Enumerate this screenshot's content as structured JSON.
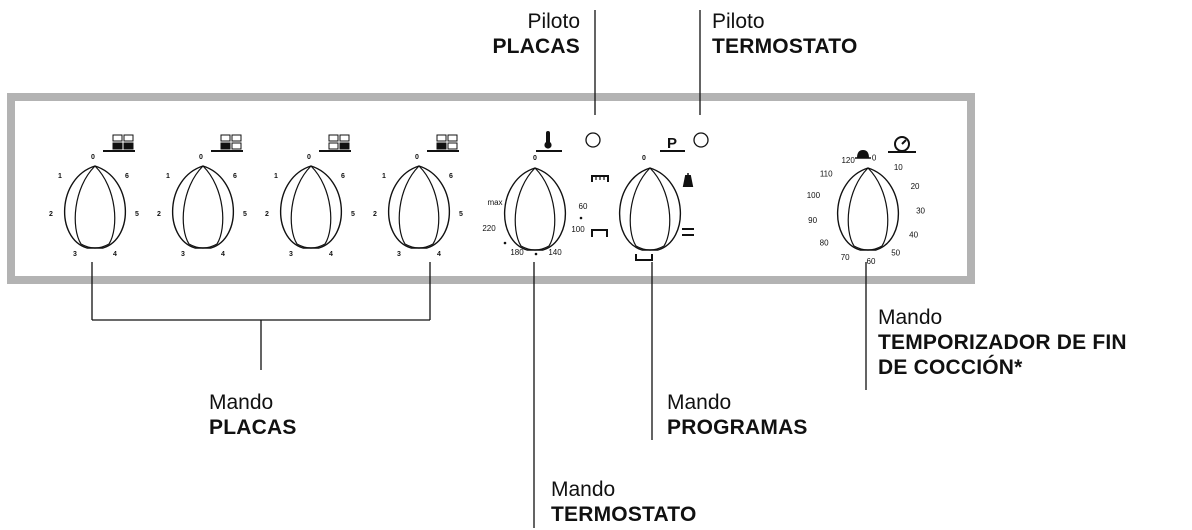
{
  "labels": {
    "piloto_placas": {
      "line1": "Piloto",
      "line2": "PLACAS"
    },
    "piloto_termostato": {
      "line1": "Piloto",
      "line2": "TERMOSTATO"
    },
    "mando_placas": {
      "line1": "Mando",
      "line2": "PLACAS"
    },
    "mando_termostato": {
      "line1": "Mando",
      "line2": "TERMOSTATO"
    },
    "mando_programas": {
      "line1": "Mando",
      "line2": "PROGRAMAS"
    },
    "mando_temporizador": {
      "line1": "Mando",
      "line2": "TEMPORIZADOR DE FIN",
      "line3": "DE COCCIÓN*"
    }
  },
  "hob_knob_positions": [
    "0",
    "1",
    "2",
    "3",
    "4",
    "5",
    "6"
  ],
  "thermostat_scale": [
    "max",
    "220",
    "180",
    "140",
    "100",
    "60"
  ],
  "thermostat_zero": "0",
  "program_symbol": "P",
  "program_zero": "0",
  "timer_scale": [
    "0",
    "10",
    "20",
    "30",
    "40",
    "50",
    "60",
    "70",
    "80",
    "90",
    "100",
    "110",
    "120"
  ],
  "colors": {
    "panel_border": "#b3b3b3",
    "ink": "#111111"
  }
}
